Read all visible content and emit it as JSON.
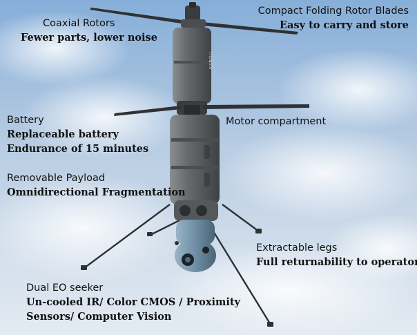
{
  "labels": {
    "coaxial_rotors": {
      "title": "Coaxial Rotors",
      "desc": "Fewer parts, lower noise"
    },
    "folding_blades": {
      "title": "Compact Folding Rotor Blades",
      "desc": "Easy to carry and store"
    },
    "motor": {
      "title": "Motor compartment"
    },
    "battery": {
      "title": "Battery",
      "desc_1": "Replaceable battery",
      "desc_2": "Endurance of 15 minutes"
    },
    "payload": {
      "title": "Removable Payload",
      "desc": "Omnidirectional Fragmentation"
    },
    "legs": {
      "title": "Extractable legs",
      "desc": "Full returnability to operator"
    },
    "seeker": {
      "title": "Dual EO seeker",
      "desc_1": "Un-cooled IR/ Color CMOS / Proximity",
      "desc_2": "Sensors/ Computer Vision"
    }
  },
  "colors": {
    "sky_top": "#7fa9d6",
    "sky_bottom": "#dfe8f2",
    "body": "#5d6164",
    "seeker": "#6f8fa6"
  }
}
